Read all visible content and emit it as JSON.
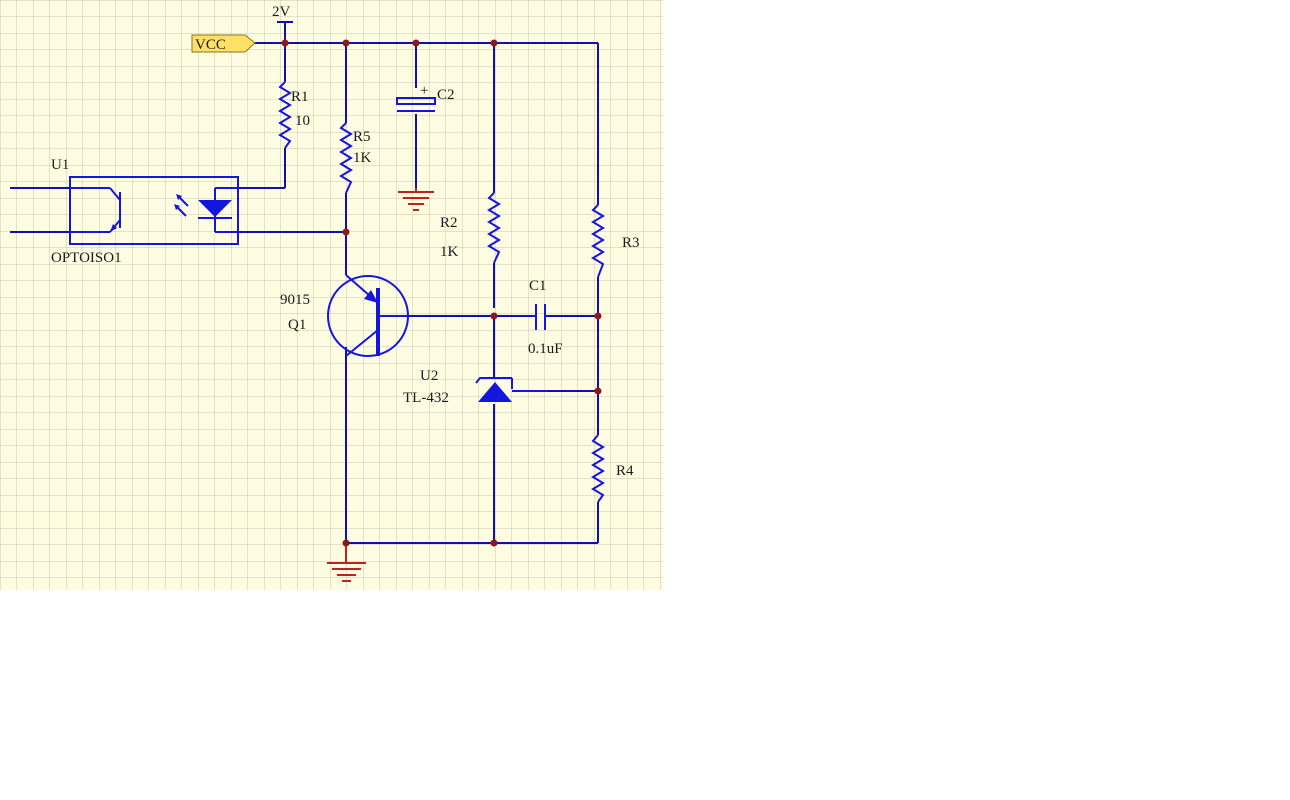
{
  "schematic": {
    "colors": {
      "background": "#fefde2",
      "grid": "#c6c6b4",
      "wire": "#1010b0",
      "component": "#1515e0",
      "junction": "#8b1a1a",
      "ground": "#c02020",
      "port": "#ffe066"
    },
    "power": {
      "net_port": "VCC",
      "supply_label": "2V"
    },
    "components": {
      "r1": {
        "ref": "R1",
        "value": "10"
      },
      "r5": {
        "ref": "R5",
        "value": "1K"
      },
      "c2": {
        "ref": "C2",
        "polarity": "+"
      },
      "r2": {
        "ref": "R2",
        "value": "1K"
      },
      "r3": {
        "ref": "R3"
      },
      "r4": {
        "ref": "R4"
      },
      "c1": {
        "ref": "C1",
        "value": "0.1uF"
      },
      "u1": {
        "ref": "U1",
        "part": "OPTOISO1"
      },
      "q1": {
        "ref": "Q1",
        "part": "9015"
      },
      "u2": {
        "ref": "U2",
        "part": "TL-432"
      }
    }
  }
}
